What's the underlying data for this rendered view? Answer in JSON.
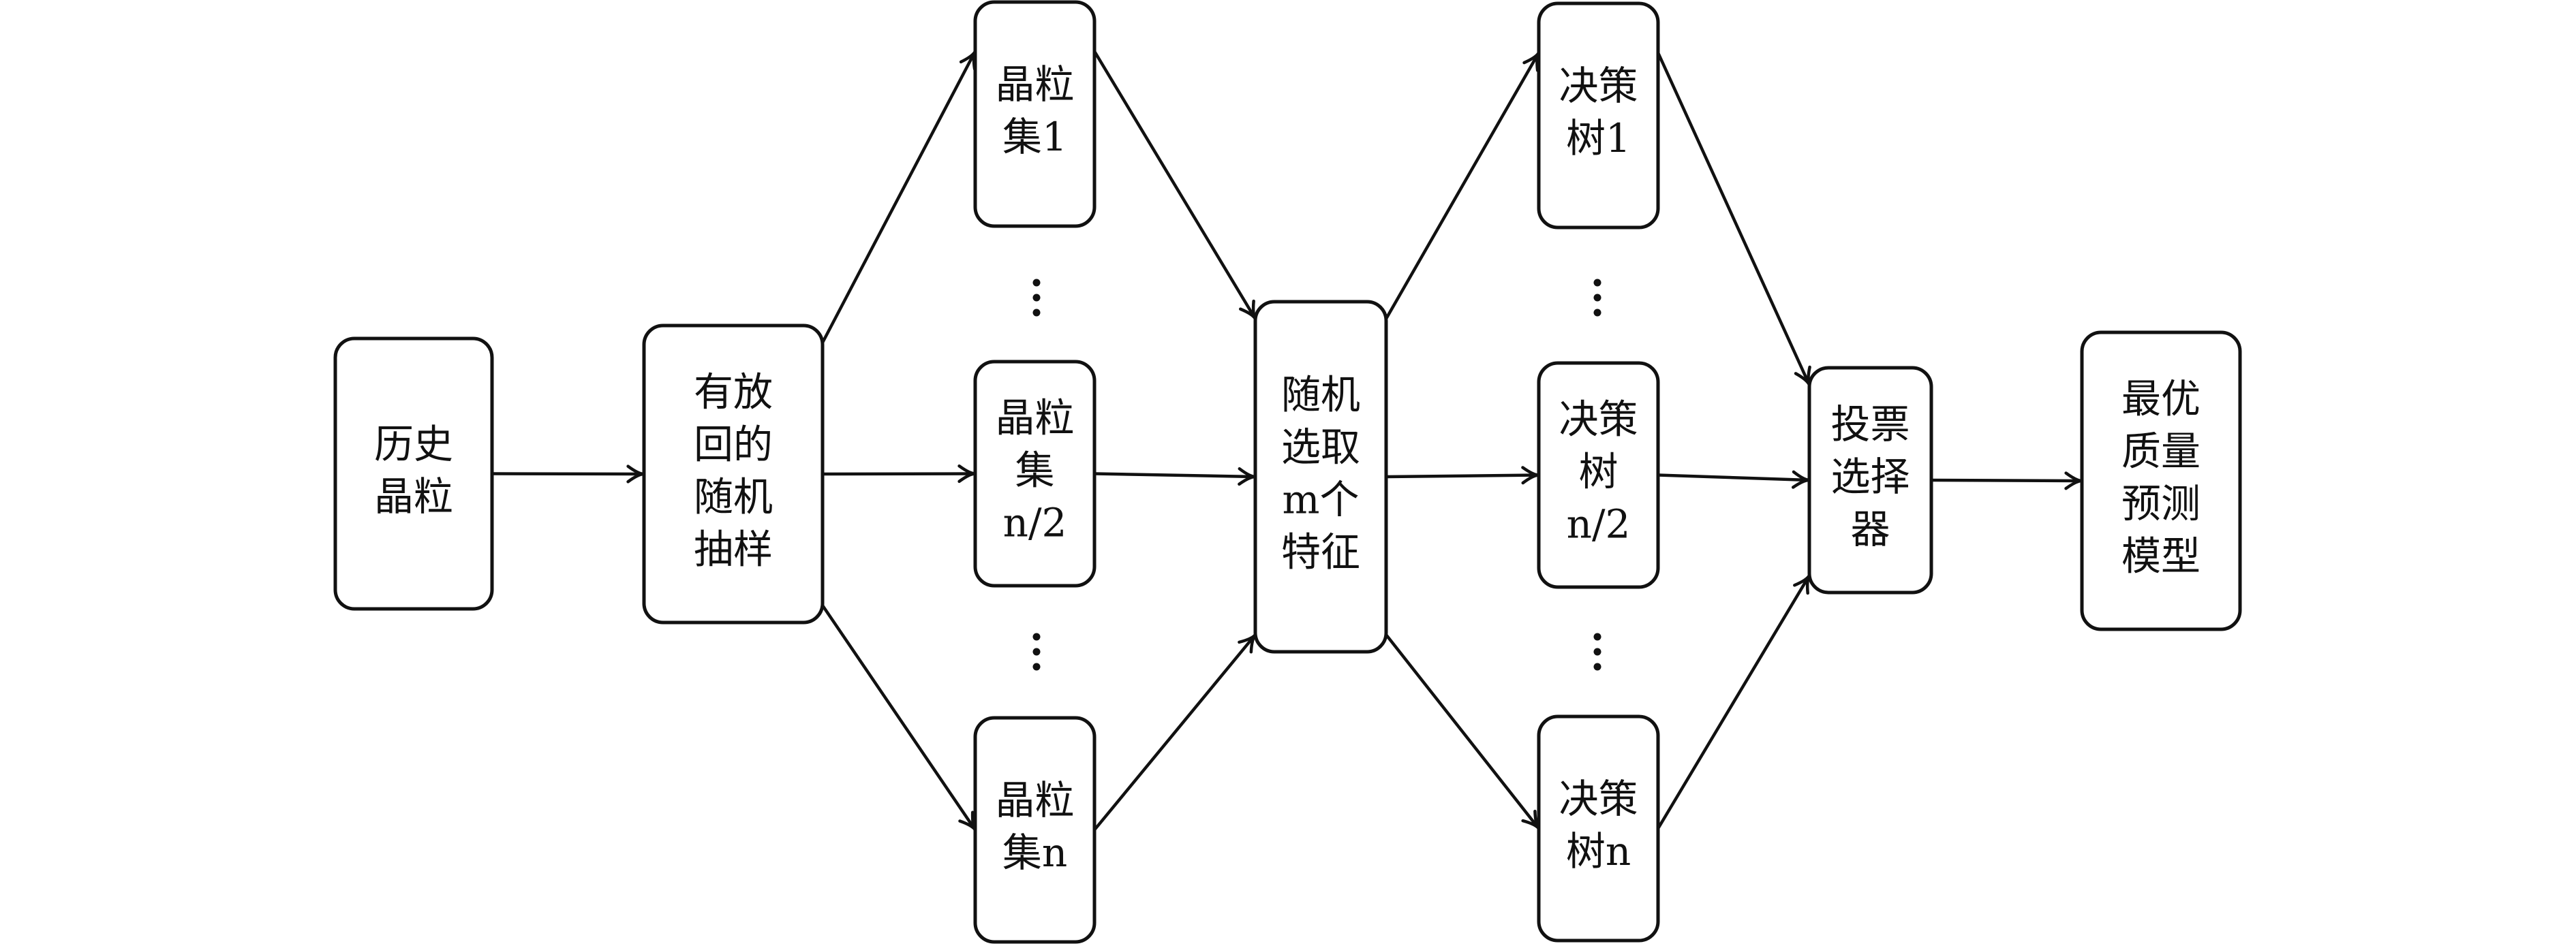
{
  "nodes": {
    "history": {
      "lines": [
        "历史",
        "晶粒"
      ]
    },
    "sampling": {
      "lines": [
        "有放",
        "回的",
        "随机",
        "抽样"
      ]
    },
    "set1": {
      "lines": [
        "晶粒",
        "集1"
      ]
    },
    "set_mid": {
      "lines": [
        "晶粒",
        "集",
        "n/2"
      ]
    },
    "set_n": {
      "lines": [
        "晶粒",
        "集n"
      ]
    },
    "feature_select": {
      "lines": [
        "随机",
        "选取",
        "m个",
        "特征"
      ]
    },
    "tree1": {
      "lines": [
        "决策",
        "树1"
      ]
    },
    "tree_mid": {
      "lines": [
        "决策",
        "树",
        "n/2"
      ]
    },
    "tree_n": {
      "lines": [
        "决策",
        "树n"
      ]
    },
    "voter": {
      "lines": [
        "投票",
        "选择",
        "器"
      ]
    },
    "best_model": {
      "lines": [
        "最优",
        "质量",
        "预测",
        "模型"
      ]
    }
  },
  "edges": [
    {
      "from": "history",
      "to": "sampling"
    },
    {
      "from": "sampling",
      "to": "set1"
    },
    {
      "from": "sampling",
      "to": "set_mid"
    },
    {
      "from": "sampling",
      "to": "set_n"
    },
    {
      "from": "set1",
      "to": "feature_select"
    },
    {
      "from": "set_mid",
      "to": "feature_select"
    },
    {
      "from": "set_n",
      "to": "feature_select"
    },
    {
      "from": "feature_select",
      "to": "tree1"
    },
    {
      "from": "feature_select",
      "to": "tree_mid"
    },
    {
      "from": "feature_select",
      "to": "tree_n"
    },
    {
      "from": "tree1",
      "to": "voter"
    },
    {
      "from": "tree_mid",
      "to": "voter"
    },
    {
      "from": "tree_n",
      "to": "voter"
    },
    {
      "from": "voter",
      "to": "best_model"
    }
  ],
  "ellipses": [
    "set_upper_gap",
    "set_lower_gap",
    "tree_upper_gap",
    "tree_lower_gap"
  ],
  "colors": {
    "stroke": "#111111",
    "background": "#ffffff"
  }
}
